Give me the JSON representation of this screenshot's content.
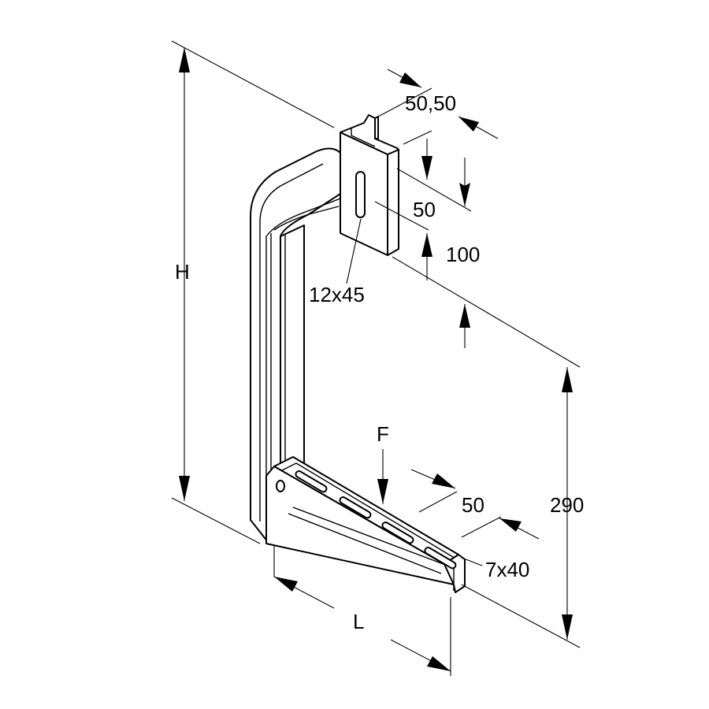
{
  "labels": {
    "slot_top": "12x45",
    "slot_arm": "7x40",
    "width_top": "50,50",
    "depth_top": "50",
    "height_plate": "100",
    "height": "H",
    "force": "F",
    "arm_width": "50",
    "offset": "290",
    "length": "L"
  }
}
